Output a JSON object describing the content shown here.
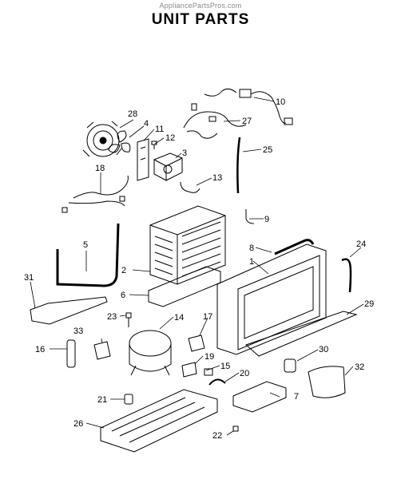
{
  "header": {
    "watermark": "AppliancePartsPros.com",
    "title": "UNIT PARTS"
  },
  "callouts": [
    {
      "id": "1",
      "label": "1"
    },
    {
      "id": "2",
      "label": "2"
    },
    {
      "id": "3",
      "label": "3"
    },
    {
      "id": "4",
      "label": "4"
    },
    {
      "id": "5",
      "label": "5"
    },
    {
      "id": "6",
      "label": "6"
    },
    {
      "id": "7",
      "label": "7"
    },
    {
      "id": "8",
      "label": "8"
    },
    {
      "id": "9",
      "label": "9"
    },
    {
      "id": "10",
      "label": "10"
    },
    {
      "id": "11",
      "label": "11"
    },
    {
      "id": "12",
      "label": "12"
    },
    {
      "id": "13",
      "label": "13"
    },
    {
      "id": "14",
      "label": "14"
    },
    {
      "id": "15",
      "label": "15"
    },
    {
      "id": "16",
      "label": "16"
    },
    {
      "id": "17",
      "label": "17"
    },
    {
      "id": "18",
      "label": "18"
    },
    {
      "id": "19",
      "label": "19"
    },
    {
      "id": "20",
      "label": "20"
    },
    {
      "id": "21",
      "label": "21"
    },
    {
      "id": "22",
      "label": "22"
    },
    {
      "id": "23",
      "label": "23"
    },
    {
      "id": "24",
      "label": "24"
    },
    {
      "id": "25",
      "label": "25"
    },
    {
      "id": "26",
      "label": "26"
    },
    {
      "id": "27",
      "label": "27"
    },
    {
      "id": "28",
      "label": "28"
    },
    {
      "id": "29",
      "label": "29"
    },
    {
      "id": "30",
      "label": "30"
    },
    {
      "id": "31",
      "label": "31"
    },
    {
      "id": "32",
      "label": "32"
    },
    {
      "id": "33",
      "label": "33"
    }
  ]
}
